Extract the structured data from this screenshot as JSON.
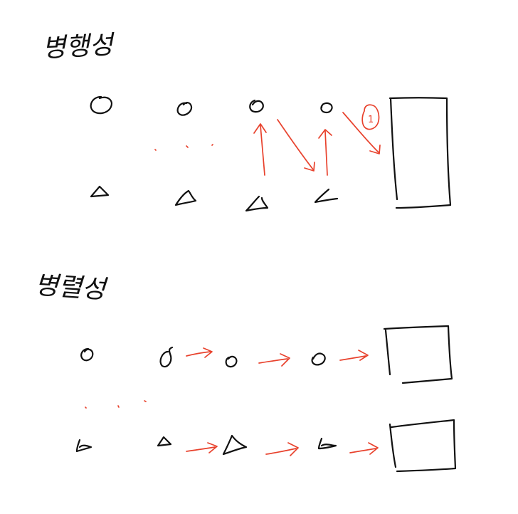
{
  "colors": {
    "ink": "#111111",
    "accent": "#e8412c",
    "background": "#ffffff"
  },
  "sections": [
    {
      "id": "top",
      "title": "병행성",
      "shapes": [
        "circle",
        "circle",
        "circle",
        "circle",
        "triangle",
        "triangle",
        "triangle",
        "triangle",
        "rectangle"
      ],
      "annotation": "1"
    },
    {
      "id": "bottom",
      "title": "병렬성",
      "shapes": [
        "circle",
        "circle",
        "circle",
        "circle",
        "triangle",
        "triangle",
        "triangle",
        "triangle",
        "rectangle",
        "rectangle"
      ]
    }
  ]
}
